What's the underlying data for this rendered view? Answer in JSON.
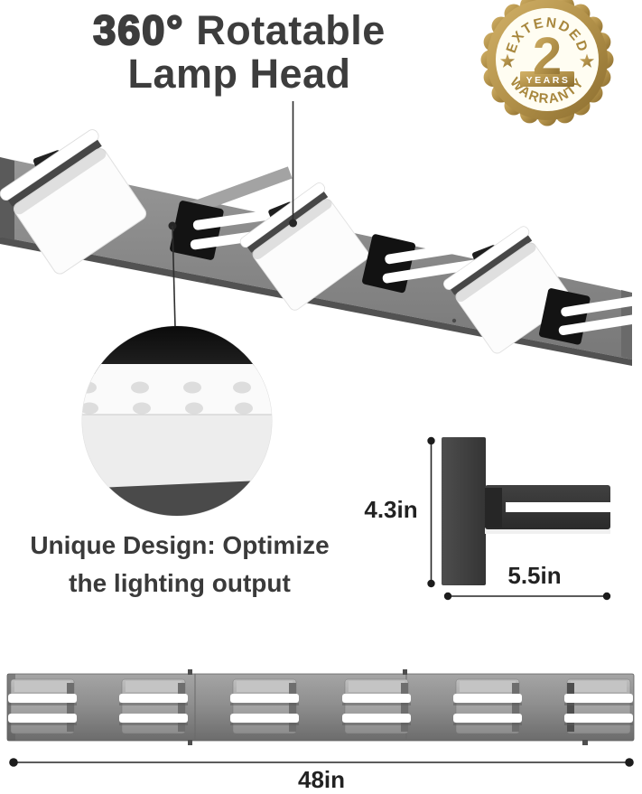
{
  "callouts": {
    "rotatable": {
      "highlight": "360°",
      "rest": "Rotatable",
      "line2": "Lamp Head"
    },
    "design": {
      "line1": "Unique Design: Optimize",
      "line2": "the lighting output"
    }
  },
  "badge": {
    "arc_top": "EXTENDED",
    "number": "2",
    "ribbon": "YEARS",
    "arc_bottom": "WARRANTY"
  },
  "dimensions": {
    "height": "4.3in",
    "depth": "5.5in",
    "length": "48in"
  },
  "product": {
    "lamp_head_count": 6
  },
  "colors": {
    "badge_gold": "#b3924a",
    "title_ink": "#3d3d3d",
    "dimension_ink": "#222222",
    "bar_gray": "#8a8a8a",
    "panel_white": "#fcfcfc",
    "bracket_black": "#141414"
  }
}
